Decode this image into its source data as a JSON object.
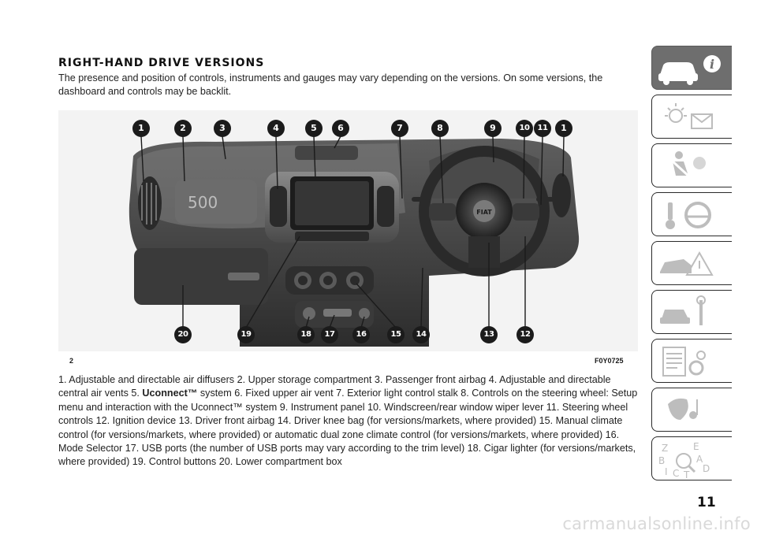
{
  "section": {
    "heading": "RIGHT-HAND DRIVE VERSIONS",
    "intro": "The presence and position of controls, instruments and gauges may vary depending on the versions. On some versions, the dashboard and controls may be backlit."
  },
  "figure": {
    "number": "2",
    "code": "F0Y0725",
    "callouts_top": [
      "1",
      "2",
      "3",
      "4",
      "5",
      "6",
      "7",
      "8",
      "9",
      "10",
      "11",
      "1"
    ],
    "callouts_bottom": [
      "20",
      "19",
      "18",
      "17",
      "16",
      "15",
      "14",
      "13",
      "12"
    ],
    "badge_text": "FIAT",
    "brand_text": "500"
  },
  "caption": {
    "part1": "1. Adjustable and directable air diffusers 2. Upper storage compartment 3. Passenger front airbag 4. Adjustable and directable central air vents 5. ",
    "bold": "Uconnect™",
    "part2": " system 6. Fixed upper air vent 7. Exterior light control stalk 8. Controls on the steering wheel: Setup menu and interaction with the Uconnect™ system 9. Instrument panel 10. Windscreen/rear window wiper lever 11. Steering wheel controls 12. Ignition device 13. Driver front airbag 14. Driver knee bag (for versions/markets, where provided) 15. Manual climate control (for versions/markets, where provided) or automatic dual zone climate control (for versions/markets, where provided) 16. Mode Selector 17. USB ports (the number of USB ports may vary according to the trim level) 18. Cigar lighter (for versions/markets, where provided) 19. Control buttons 20. Lower compartment box"
  },
  "tabs": [
    {
      "icon": "car-info-icon",
      "active": true
    },
    {
      "icon": "warning-lights-message-icon",
      "active": false
    },
    {
      "icon": "safety-airbag-icon",
      "active": false
    },
    {
      "icon": "starting-driving-icon",
      "active": false
    },
    {
      "icon": "emergency-icon",
      "active": false
    },
    {
      "icon": "maintenance-care-icon",
      "active": false
    },
    {
      "icon": "technical-data-icon",
      "active": false
    },
    {
      "icon": "multimedia-icon",
      "active": false
    },
    {
      "icon": "index-icon",
      "active": false,
      "letters": [
        "Z",
        "E",
        "B",
        "A",
        "I",
        "C",
        "T",
        "D"
      ]
    }
  ],
  "page_number": "11",
  "watermark": "carmanualsonline.info",
  "colors": {
    "tab_active": "#6e6e6e",
    "callout": "#1b1b1b"
  }
}
